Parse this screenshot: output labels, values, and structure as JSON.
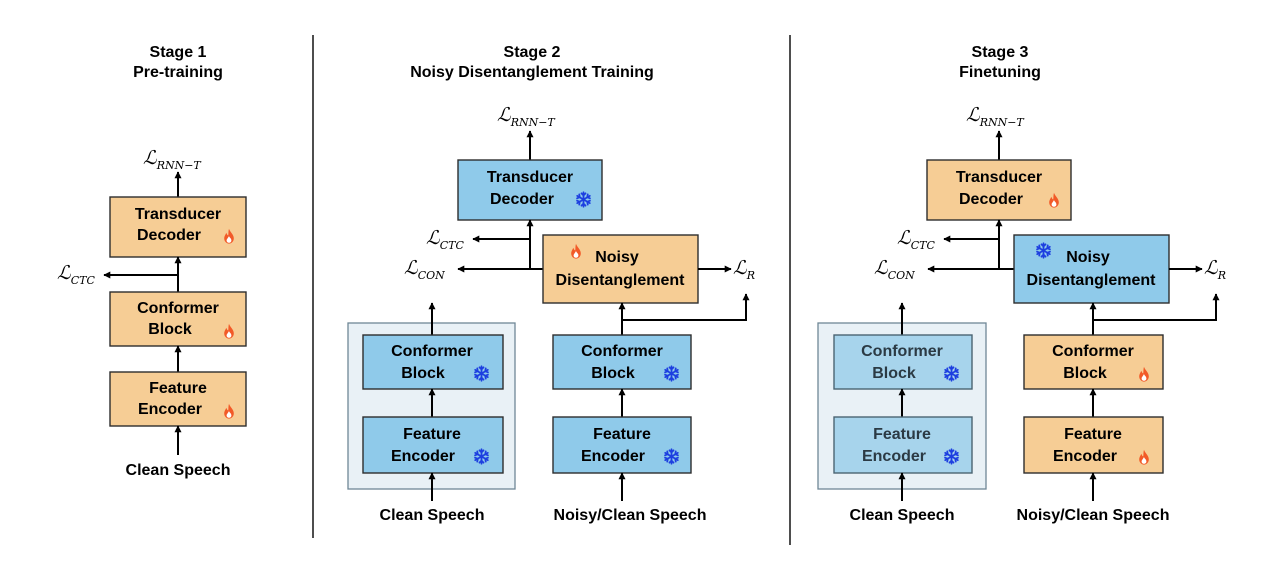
{
  "stages": {
    "s1": {
      "title": "Stage 1",
      "subtitle": "Pre-training"
    },
    "s2": {
      "title": "Stage 2",
      "subtitle": "Noisy Disentanglement Training"
    },
    "s3": {
      "title": "Stage 3",
      "subtitle": "Finetuning"
    }
  },
  "blocks": {
    "transducer_1": "Transducer",
    "transducer_2": "Decoder",
    "conformer_1": "Conformer",
    "conformer_2": "Block",
    "feature_1": "Feature",
    "feature_2": "Encoder",
    "noisy_1": "Noisy",
    "noisy_2": "Disentanglement"
  },
  "inputs": {
    "clean": "Clean Speech",
    "noisy_clean": "Noisy/Clean Speech"
  },
  "losses": {
    "rnnt": {
      "main": "ℒ",
      "sub": "RNN−T"
    },
    "ctc": {
      "main": "ℒ",
      "sub": "CTC"
    },
    "con": {
      "main": "ℒ",
      "sub": "CON"
    },
    "r": {
      "main": "ℒ",
      "sub": "R"
    }
  },
  "legend_icons": {
    "trainable": "fire-icon",
    "frozen": "snowflake-icon"
  },
  "colors": {
    "trainable_block": "#f6cd95",
    "frozen_block": "#8fcaea",
    "fire": "#f25a28",
    "snowflake": "#1d3fe0",
    "group_background": "#e9f1f6"
  }
}
